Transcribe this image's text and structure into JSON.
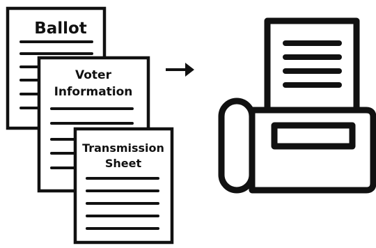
{
  "documents": [
    {
      "title_lines": [
        "Ballot"
      ]
    },
    {
      "title_lines": [
        "Voter",
        "Information"
      ]
    },
    {
      "title_lines": [
        "Transmission",
        "Sheet"
      ]
    }
  ],
  "colors": {
    "ink": "#111111",
    "paper": "#ffffff"
  },
  "icons": {
    "arrow": "right-arrow-icon",
    "device": "fax-machine-icon"
  }
}
